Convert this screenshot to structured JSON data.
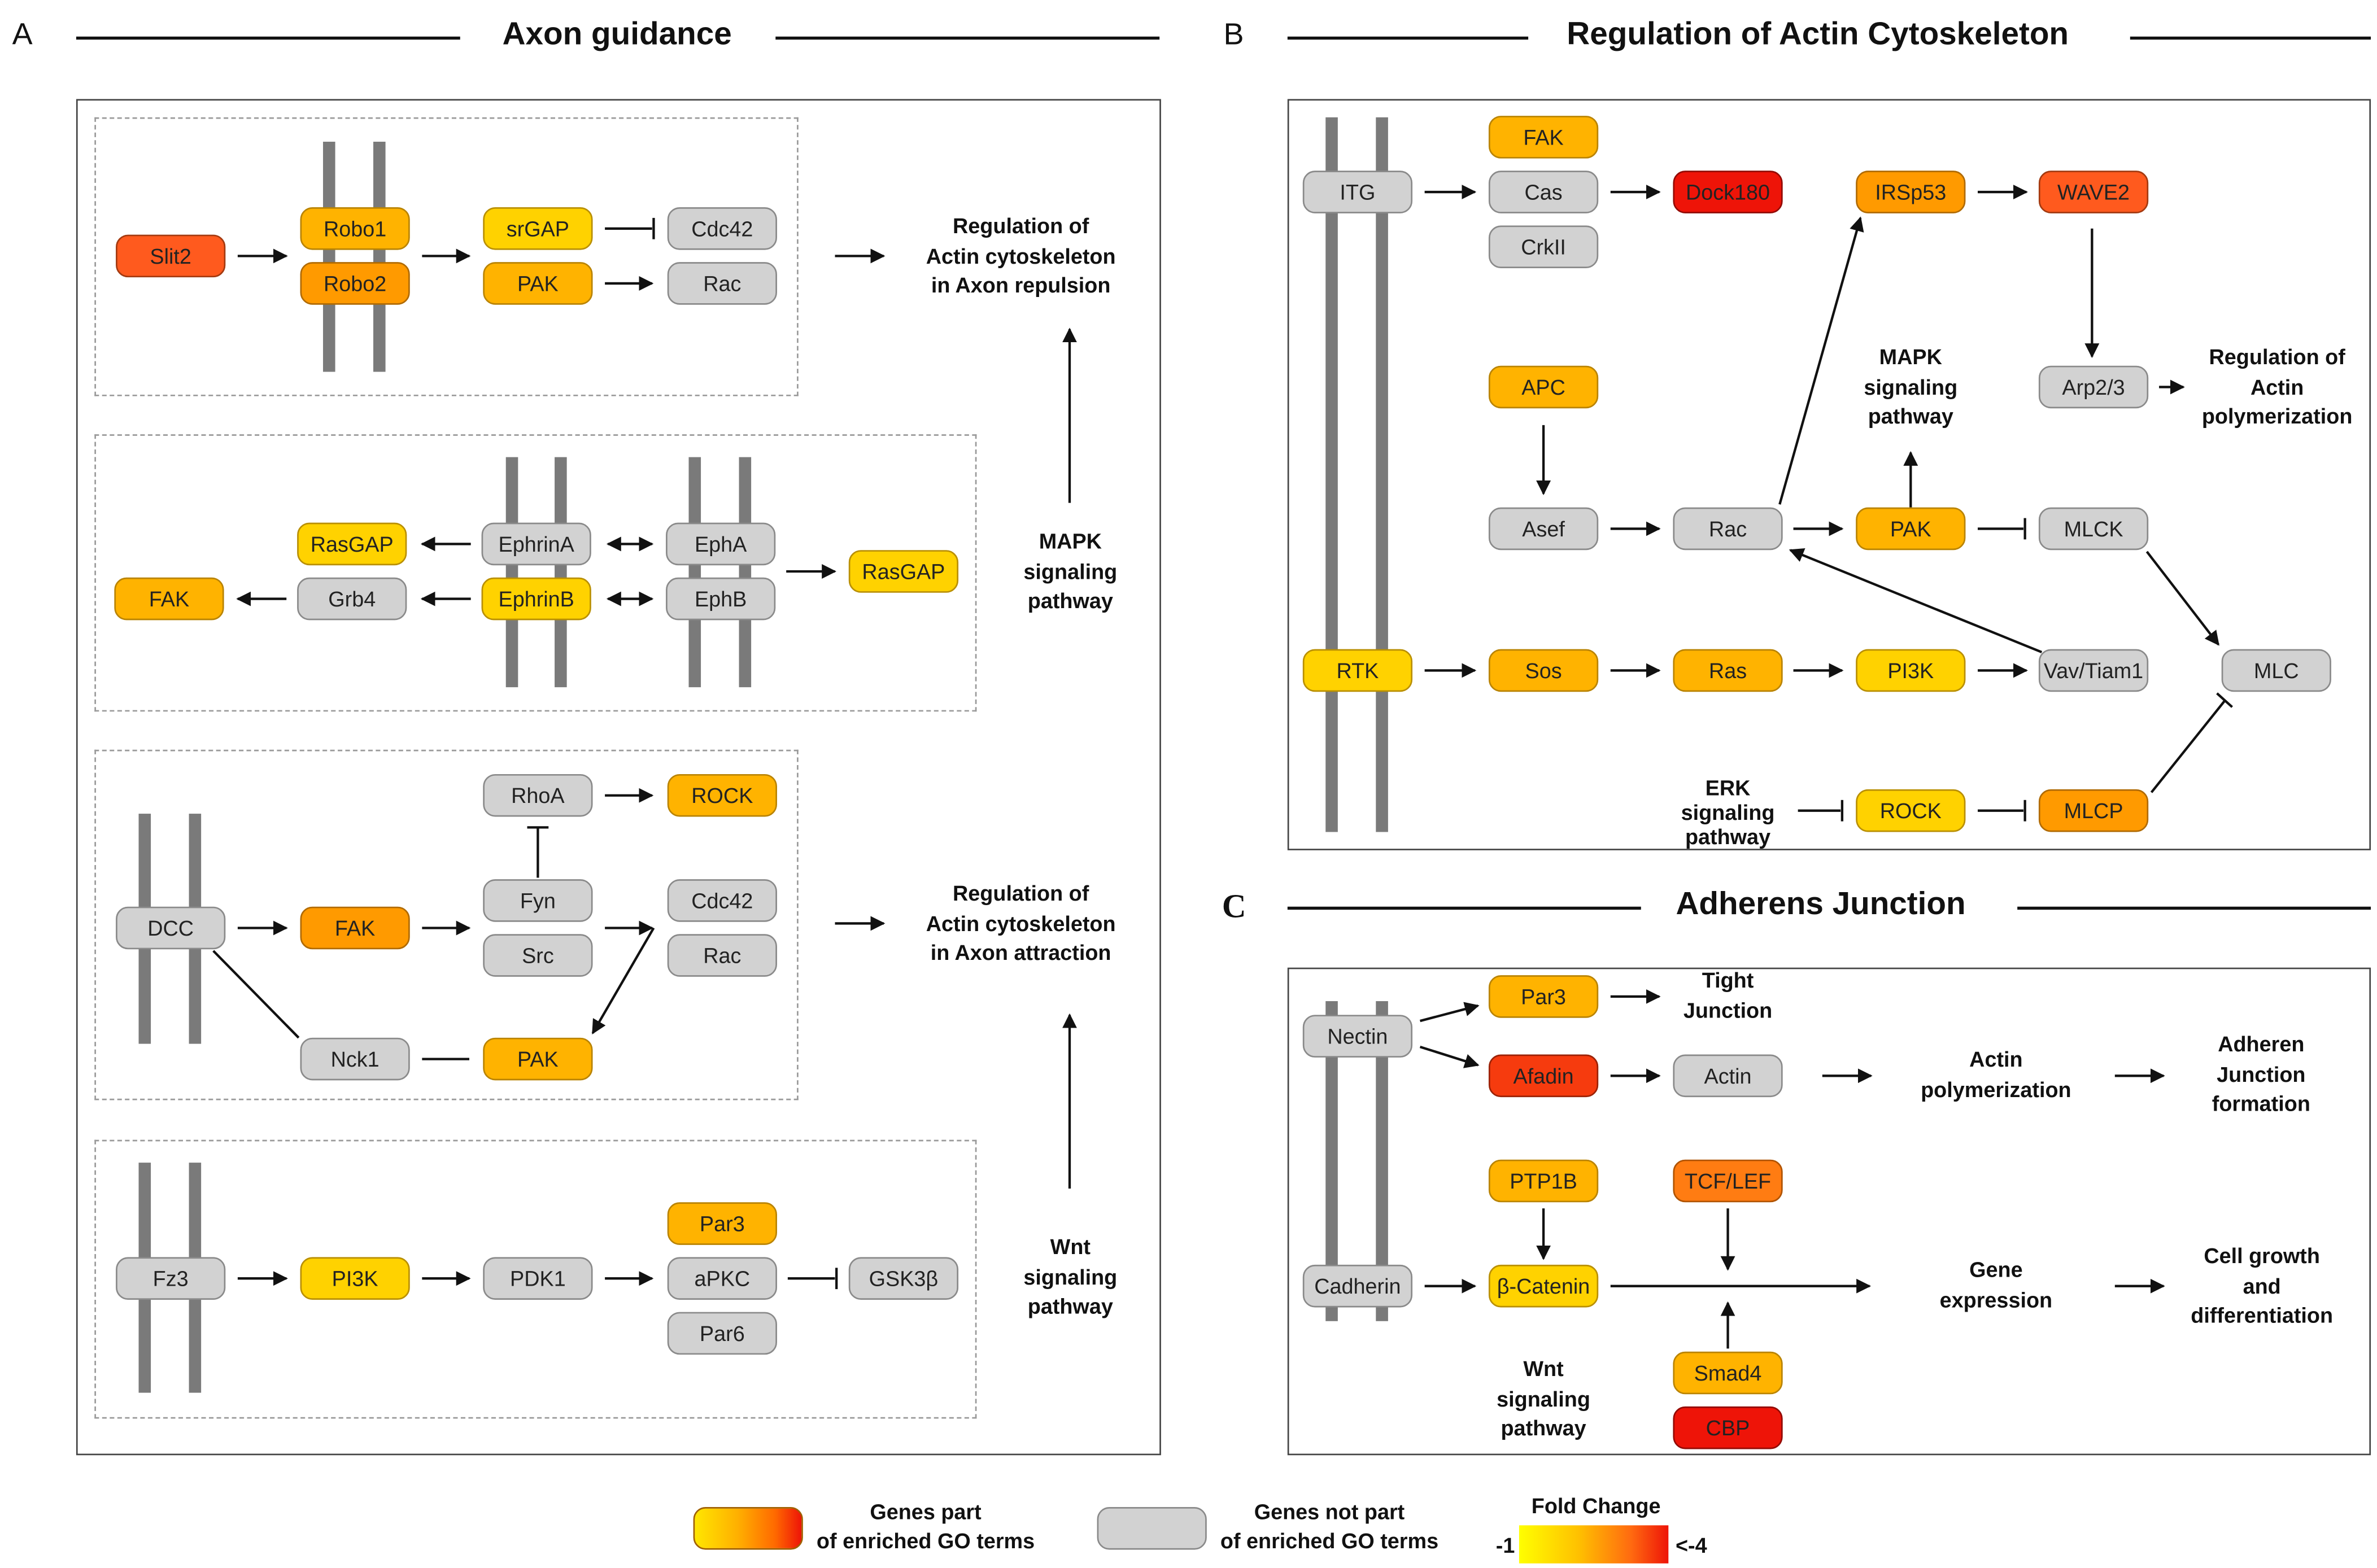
{
  "panels": {
    "a": {
      "letter": "A",
      "title": "Axon guidance"
    },
    "b": {
      "letter": "B",
      "title": "Regulation of Actin Cytoskeleton"
    },
    "c": {
      "letter": "C",
      "title": "Adherens Junction"
    }
  },
  "nodes": {
    "a_slit2": "Slit2",
    "a_robo1": "Robo1",
    "a_robo2": "Robo2",
    "a_srgap": "srGAP",
    "a_pak1": "PAK",
    "a_cdc42_1": "Cdc42",
    "a_rac1": "Rac",
    "a_rasgap1": "RasGAP",
    "a_fak1": "FAK",
    "a_grb4": "Grb4",
    "a_ephrina": "EphrinA",
    "a_ephrinb": "EphrinB",
    "a_epha": "EphA",
    "a_ephb": "EphB",
    "a_rasgap2": "RasGAP",
    "a_rhoa": "RhoA",
    "a_rock": "ROCK",
    "a_dcc": "DCC",
    "a_fak2": "FAK",
    "a_fyn": "Fyn",
    "a_src": "Src",
    "a_cdc42_2": "Cdc42",
    "a_rac2": "Rac",
    "a_nck1": "Nck1",
    "a_pak2": "PAK",
    "a_fz3": "Fz3",
    "a_pi3k": "PI3K",
    "a_pdk1": "PDK1",
    "a_par3": "Par3",
    "a_apkc": "aPKC",
    "a_par6": "Par6",
    "a_gsk3b": "GSK3β",
    "b_fak": "FAK",
    "b_itg": "ITG",
    "b_cas": "Cas",
    "b_crkii": "CrkII",
    "b_dock180": "Dock180",
    "b_irsp53": "IRSp53",
    "b_wave2": "WAVE2",
    "b_apc": "APC",
    "b_arp23": "Arp2/3",
    "b_asef": "Asef",
    "b_rac": "Rac",
    "b_pak": "PAK",
    "b_mlck": "MLCK",
    "b_rtk": "RTK",
    "b_sos": "Sos",
    "b_ras": "Ras",
    "b_pi3k": "PI3K",
    "b_vav": "Vav/Tiam1",
    "b_mlc": "MLC",
    "b_rock": "ROCK",
    "b_mlcp": "MLCP",
    "c_nectin": "Nectin",
    "c_par3": "Par3",
    "c_afadin": "Afadin",
    "c_actin": "Actin",
    "c_ptp1b": "PTP1B",
    "c_tcflef": "TCF/LEF",
    "c_cadherin": "Cadherin",
    "c_bcatenin": "β-Catenin",
    "c_smad4": "Smad4",
    "c_cbp": "CBP"
  },
  "labels": {
    "a_repulsion": "Regulation of\nActin cytoskeleton\nin Axon repulsion",
    "a_mapk": "MAPK\nsignaling\npathway",
    "a_attraction": "Regulation of\nActin cytoskeleton\nin Axon attraction",
    "a_wnt": "Wnt\nsignaling\npathway",
    "b_mapk": "MAPK\nsignaling\npathway",
    "b_actin_poly": "Regulation of\nActin\npolymerization",
    "b_erk": "ERK\nsignaling\npathway",
    "c_tight": "Tight\nJunction",
    "c_actin_poly": "Actin\npolymerization",
    "c_adheren": "Adheren\nJunction\nformation",
    "c_gene": "Gene\nexpression",
    "c_cell": "Cell growth\nand\ndifferentiation",
    "c_wnt": "Wnt\nsignaling\npathway"
  },
  "legend": {
    "enriched": "Genes part\nof enriched GO terms",
    "not_enriched": "Genes not part\nof enriched GO terms",
    "fold_title": "Fold Change",
    "fold_min": "-1",
    "fold_max": "<-4"
  },
  "colors": {
    "gray": "#d2d2d2",
    "yellow": "#ffd200",
    "orange": "#ffb300",
    "dark_orange": "#ff9a00",
    "orange_red": "#ff7c12",
    "red_orange": "#ff5a1e",
    "red": "#ee1408"
  }
}
